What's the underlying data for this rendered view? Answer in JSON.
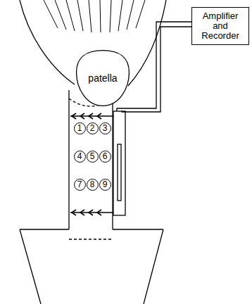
{
  "diagram": {
    "nodes": [
      {
        "text": [
          "patella"
        ]
      },
      {
        "text": [
          "1"
        ]
      },
      {
        "text": [
          "2"
        ]
      },
      {
        "text": [
          "3"
        ]
      },
      {
        "text": [
          "4"
        ]
      },
      {
        "text": [
          "5"
        ]
      },
      {
        "text": [
          "6"
        ]
      },
      {
        "text": [
          "7"
        ]
      },
      {
        "text": [
          "8"
        ]
      },
      {
        "text": [
          "9"
        ]
      },
      {
        "text": [
          "Amplifier and Recorder"
        ]
      }
    ]
  }
}
